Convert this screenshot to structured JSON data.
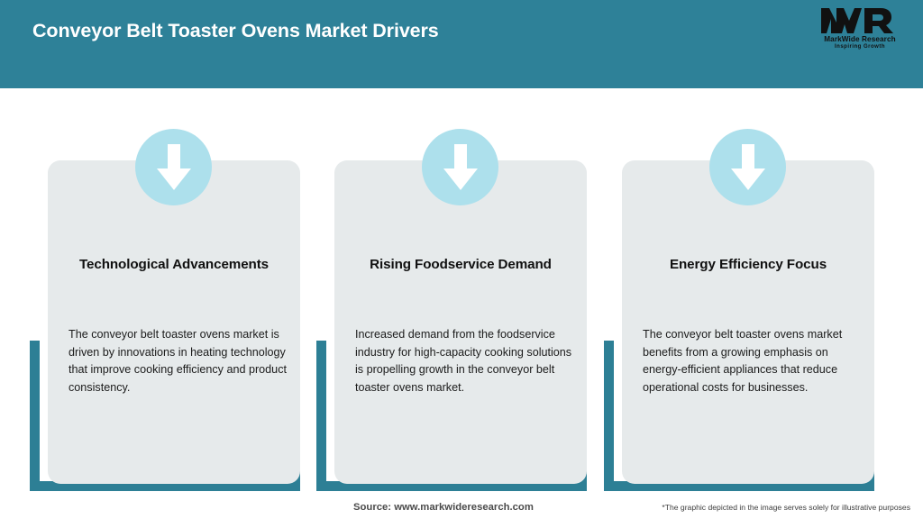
{
  "header": {
    "title": "Conveyor Belt Toaster Ovens Market Drivers",
    "background_color": "#2e8198",
    "title_color": "#ffffff"
  },
  "logo": {
    "mark": "MWR",
    "name": "MarkWide Research",
    "tagline": "Inspiring Growth"
  },
  "theme": {
    "teal": "#2d7f95",
    "card_grey": "#e6eaeb",
    "circle_blue": "#ade0ec",
    "arrow_white": "#ffffff"
  },
  "cards": [
    {
      "icon": "arrow-down-icon",
      "title": "Technological Advancements",
      "body": "The conveyor belt toaster ovens market is driven by innovations in heating technology that improve cooking efficiency and product consistency."
    },
    {
      "icon": "arrow-down-icon",
      "title": "Rising Foodservice Demand",
      "body": "Increased demand from the foodservice industry for high-capacity cooking solutions is propelling growth in the conveyor belt toaster ovens market."
    },
    {
      "icon": "arrow-down-icon",
      "title": "Energy Efficiency Focus",
      "body": "The conveyor belt toaster ovens market benefits from a growing emphasis on energy-efficient appliances that reduce operational costs for businesses."
    }
  ],
  "footer": {
    "source": "Source: www.markwideresearch.com",
    "disclaimer": "*The graphic depicted in the image serves solely for illustrative purposes"
  }
}
